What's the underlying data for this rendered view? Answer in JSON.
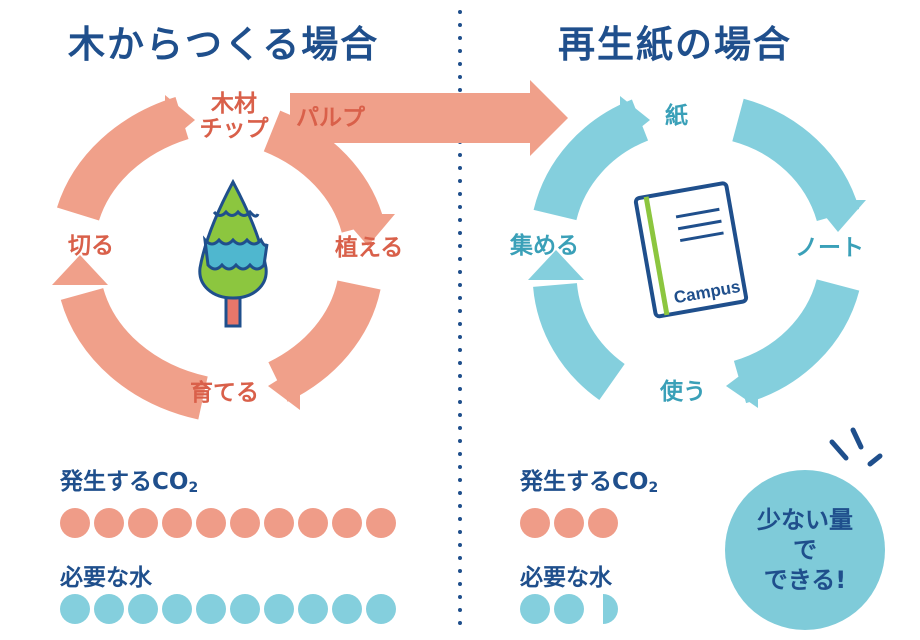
{
  "colors": {
    "heading": "#1f4f8c",
    "wood_cycle": "#f0a08a",
    "wood_text": "#d9604a",
    "recycle_cycle": "#84cfdd",
    "recycle_text": "#3aa0b8"
  },
  "left": {
    "title": "木からつくる場合",
    "cycle": {
      "chip_line1": "木材",
      "chip_line2": "チップ",
      "pulp": "パルプ",
      "plant": "植える",
      "grow": "育てる",
      "cut": "切る",
      "center_icon": "tree-icon"
    },
    "co2_label": "発生するCO",
    "co2_sub": "2",
    "co2_count": 10,
    "water_label": "必要な水",
    "water_count": 10
  },
  "right": {
    "title": "再生紙の場合",
    "cycle": {
      "paper": "紙",
      "notebook": "ノート",
      "use": "使う",
      "collect": "集める",
      "center_icon": "notebook-icon",
      "notebook_brand": "Campus"
    },
    "co2_label": "発生するCO",
    "co2_sub": "2",
    "co2_count": 3,
    "water_label": "必要な水",
    "water_count": 2.5
  },
  "badge": {
    "line1": "少ない量",
    "line2": "で",
    "line3": "できる!"
  }
}
